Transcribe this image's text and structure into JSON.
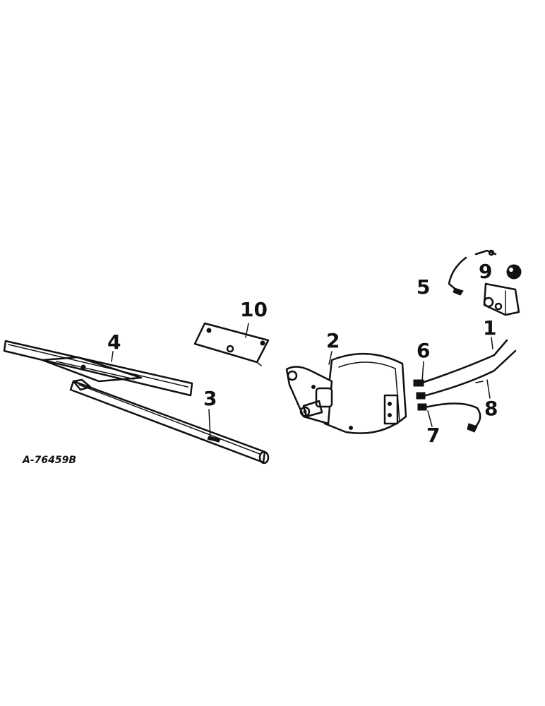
{
  "diagram": {
    "reference_code": "A-76459B",
    "callouts": {
      "c1": "1",
      "c2": "2",
      "c3": "3",
      "c4": "4",
      "c5": "5",
      "c6": "6",
      "c7": "7",
      "c8": "8",
      "c9": "9",
      "c10": "10"
    },
    "ink_color": "#111111",
    "background_color": "#ffffff"
  }
}
